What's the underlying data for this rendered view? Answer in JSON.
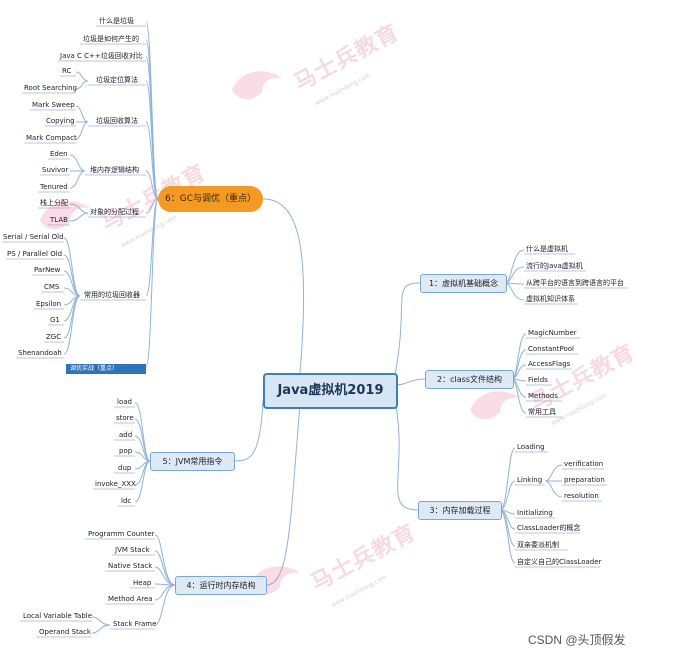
{
  "root": "Java虚拟机2019",
  "watermark": {
    "brand": "马士兵教育",
    "url": "www.mashibing.com"
  },
  "credit": "CSDN @头顶假发",
  "b1": {
    "label": "1：虚拟机基础概念",
    "items": [
      "什么是虚拟机",
      "流行的Java虚拟机",
      "从跨平台的语言到跨语言的平台",
      "虚拟机知识体系"
    ]
  },
  "b2": {
    "label": "2：class文件结构",
    "items": [
      "MagicNumber",
      "ConstantPool",
      "AccessFlags",
      "Fields",
      "Methods",
      "常用工具"
    ]
  },
  "b3": {
    "label": "3：内存加载过程",
    "loading": "Loading",
    "linking": "Linking",
    "linking_items": [
      "verification",
      "preparation",
      "resolution"
    ],
    "items": [
      "Initializing",
      "ClassLoader的概念",
      "双亲委派机制",
      "自定义自己的ClassLoader"
    ]
  },
  "b4": {
    "label": "4：运行时内存结构",
    "items": [
      "Programm Counter",
      "JVM Stack",
      "Native Stack",
      "Heap",
      "Method Area",
      "Stack Frame"
    ],
    "frame_items": [
      "Local Variable Table",
      "Operand Stack"
    ]
  },
  "b5": {
    "label": "5：JVM常用指令",
    "items": [
      "load",
      "store",
      "add",
      "pop",
      "dup",
      "invoke_XXX",
      "ldc"
    ]
  },
  "b6": {
    "label": "6：GC与调优（重点）",
    "items": [
      "什么是垃圾",
      "垃圾是如何产生的",
      "Java C C++垃圾回收对比",
      "垃圾定位算法",
      "垃圾回收算法",
      "堆内存逻辑结构",
      "对象的分配过程",
      "常用的垃圾回收器"
    ],
    "locate": [
      "RC",
      "Root Searching"
    ],
    "algos": [
      "Mark Sweep",
      "Copying",
      "Mark Compact"
    ],
    "heap": [
      "Eden",
      "Suvivor",
      "Tenured"
    ],
    "alloc": [
      "栈上分配",
      "TLAB"
    ],
    "collectors": [
      "Serial / Serial Old",
      "PS / Parallel Old",
      "ParNew",
      "CMS",
      "Epsilon",
      "G1",
      "ZGC",
      "Shenandoah"
    ],
    "tuning": "调优实战（重点）"
  }
}
